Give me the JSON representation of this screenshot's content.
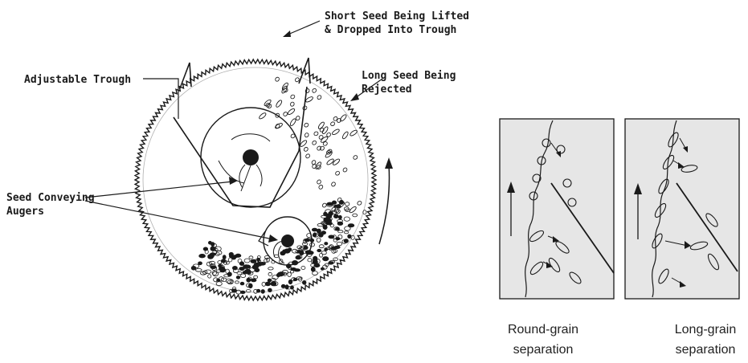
{
  "main_diagram": {
    "labels": {
      "short_seed_line1": "Short Seed Being Lifted",
      "short_seed_line2": "& Dropped Into Trough",
      "long_seed_line1": "Long Seed Being",
      "long_seed_line2": "Rejected",
      "adjustable_trough": "Adjustable Trough",
      "augers_line1": "Seed Conveying",
      "augers_line2": "Augers"
    }
  },
  "panels": {
    "round": {
      "caption_line1": "Round-grain",
      "caption_line2": "separation"
    },
    "long": {
      "caption_line1": "Long-grain",
      "caption_line2": "separation"
    }
  },
  "colors": {
    "ink": "#1a1a1a",
    "panel_fill": "#e6e6e6",
    "background": "#ffffff"
  }
}
